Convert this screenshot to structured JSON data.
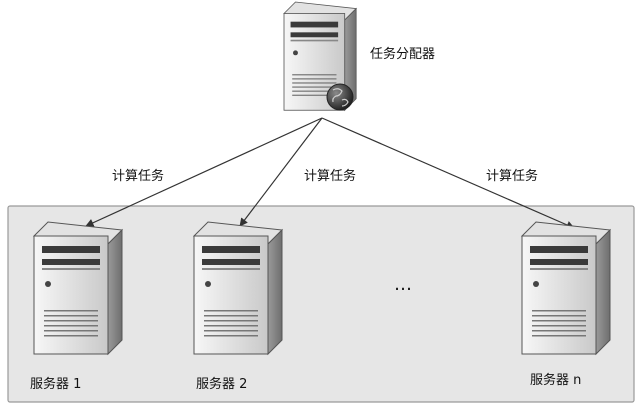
{
  "dispatcher": {
    "label": "任务分配器",
    "icon": "server-with-globe-icon"
  },
  "edges": [
    {
      "label": "计算任务",
      "to": "server-1"
    },
    {
      "label": "计算任务",
      "to": "server-2"
    },
    {
      "label": "计算任务",
      "to": "server-n"
    }
  ],
  "servers": [
    {
      "id": "server-1",
      "label": "服务器 1",
      "icon": "server-icon"
    },
    {
      "id": "server-2",
      "label": "服务器 2",
      "icon": "server-icon"
    },
    {
      "id": "server-n",
      "label": "服务器 n",
      "icon": "server-icon"
    }
  ],
  "ellipsis": "…",
  "colors": {
    "cluster_fill": "#e6e6e6",
    "cluster_stroke": "#9a9a9a",
    "arrow": "#333333"
  }
}
